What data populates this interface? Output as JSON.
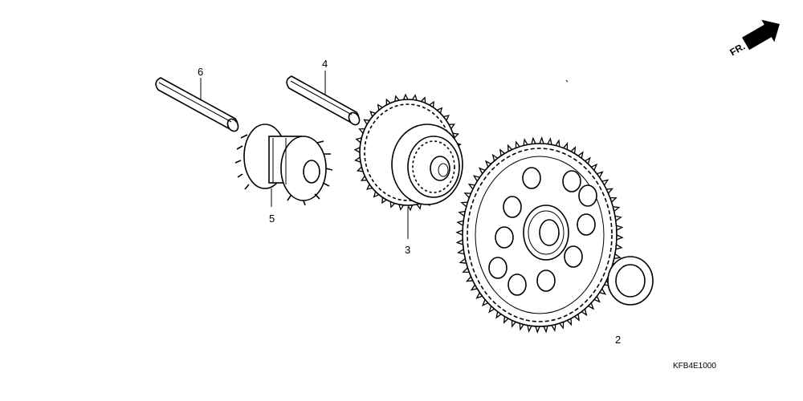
{
  "diagram": {
    "orientation_label": "FR.",
    "figure_code": "KFB4E1000",
    "callouts": {
      "part_2": "2",
      "part_3": "3",
      "part_4": "4",
      "part_5": "5",
      "part_6": "6"
    }
  }
}
